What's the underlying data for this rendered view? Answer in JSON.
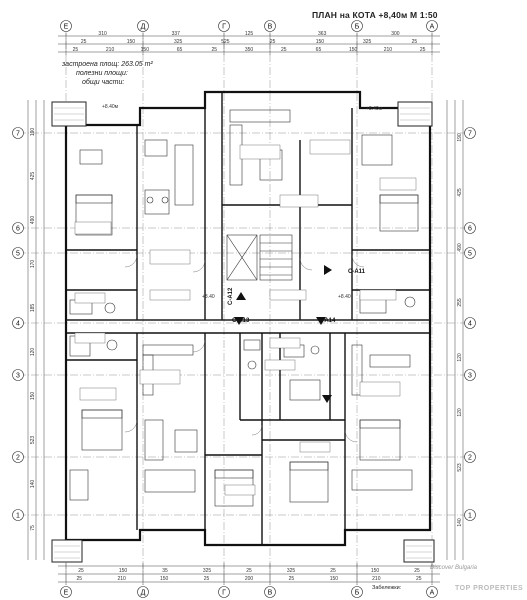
{
  "title": "ПЛАН на КОТА +8,40м  М 1:50",
  "areas": {
    "built": "застроена площ: 263.05 m²",
    "useful": "полезни площи:",
    "common": "общи части:"
  },
  "notes_label": "Забележки:",
  "watermark": "Discover Bulgaria",
  "watermark2": "TOP PROPERTIES",
  "axes_letters": [
    "Е",
    "Д",
    "Г",
    "В",
    "Б",
    "А"
  ],
  "axes_numbers": [
    "7",
    "6",
    "5",
    "4",
    "3",
    "2",
    "1"
  ],
  "sections": [
    "С-А11",
    "С-А12",
    "С-А13",
    "С-А14"
  ],
  "top_dims_row1": [
    "310",
    "337",
    "125",
    "363",
    "300"
  ],
  "top_dims_row2": [
    "25",
    "150",
    "325",
    "525",
    "25",
    "150",
    "325",
    "25"
  ],
  "top_dims_row3": [
    "25",
    "210",
    "150",
    "65",
    "25",
    "350",
    "25",
    "65",
    "150",
    "210",
    "25"
  ],
  "bottom_dims_row": [
    "25",
    "210",
    "150",
    "25",
    "200",
    "25",
    "150",
    "210",
    "25"
  ],
  "bottom_dims_row2": [
    "25",
    "150",
    "35",
    "325",
    "25",
    "325",
    "25",
    "150",
    "25"
  ],
  "level_marks": [
    "+8.40м",
    "+8.40м",
    "+8.40",
    "+8.40"
  ],
  "left_dims": [
    "190",
    "425",
    "490",
    "170",
    "185",
    "120",
    "150",
    "523",
    "140",
    "75"
  ],
  "right_dims": [
    "190",
    "425",
    "490",
    "255",
    "120",
    "120",
    "523",
    "140"
  ]
}
